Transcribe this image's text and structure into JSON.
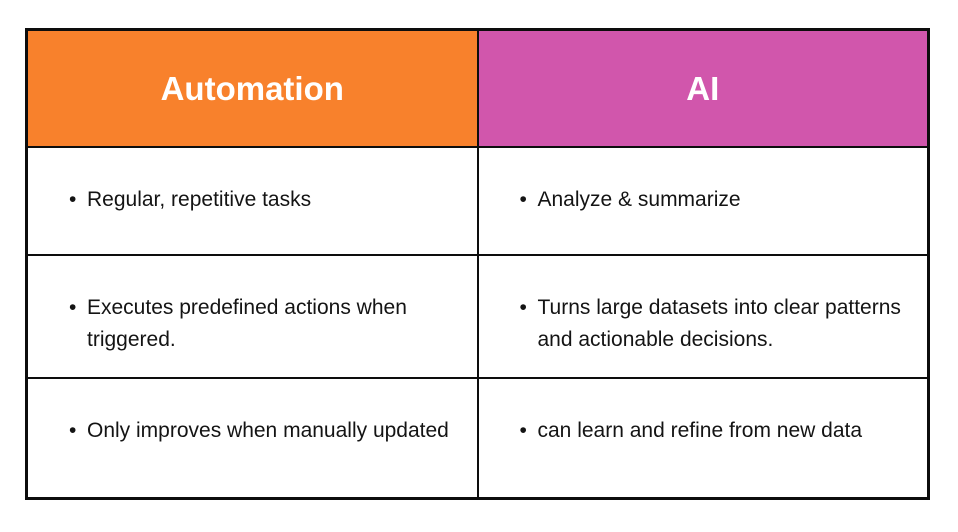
{
  "header": {
    "automation": "Automation",
    "ai": "AI"
  },
  "rows": [
    {
      "automation": "Regular, repetitive tasks",
      "ai": "Analyze & summarize"
    },
    {
      "automation": "Executes predefined actions when triggered.",
      "ai": "Turns large datasets into clear patterns and actionable decisions."
    },
    {
      "automation": "Only improves when manually updated",
      "ai": "can learn and refine from new data"
    }
  ],
  "bullet_char": "•",
  "colors": {
    "automation_header_bg": "#F8812C",
    "ai_header_bg": "#D156AC",
    "header_text": "#FFFFFF",
    "body_text": "#141414",
    "border": "#0D0D0D",
    "page_background": "#FFFFFF"
  }
}
